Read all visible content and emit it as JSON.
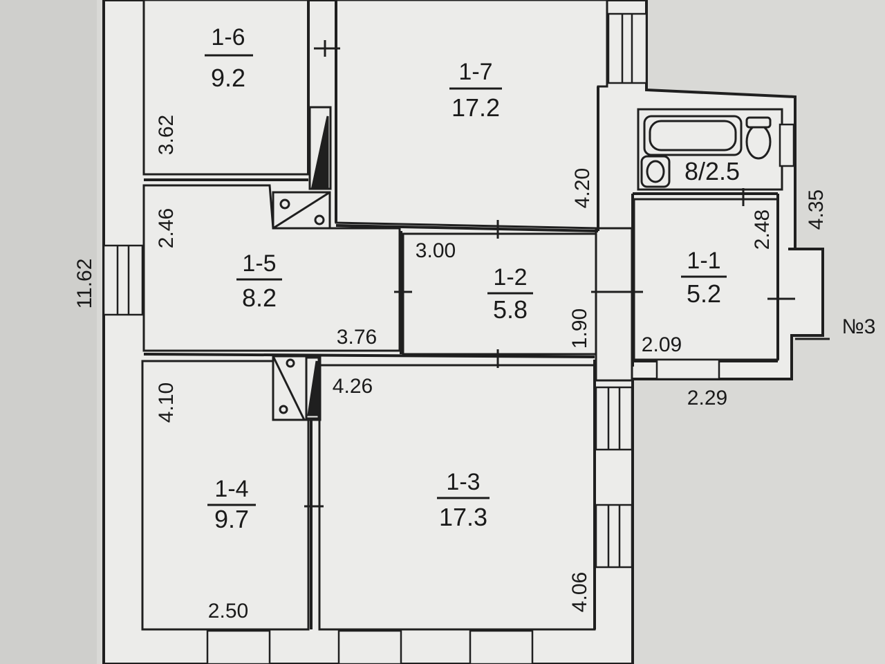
{
  "rooms": [
    {
      "id": "1-6",
      "area": "9.2"
    },
    {
      "id": "1-7",
      "area": "17.2"
    },
    {
      "id": "1-5",
      "area": "8.2"
    },
    {
      "id": "1-2",
      "area": "5.8"
    },
    {
      "id": "1-1",
      "area": "5.2"
    },
    {
      "id": "1-4",
      "area": "9.7"
    },
    {
      "id": "1-3",
      "area": "17.3"
    }
  ],
  "bathroom_label": "8/2.5",
  "apartment_label": "№3",
  "dimensions": {
    "d1": "3.62",
    "d2": "4.20",
    "d3": "2.46",
    "d4": "11.62",
    "d5": "3.00",
    "d6": "3.76",
    "d7": "1.90",
    "d8": "2.48",
    "d9": "4.35",
    "d10": "2.09",
    "d11": "2.29",
    "d12": "4.26",
    "d13": "4.10",
    "d14": "2.50",
    "d15": "4.06"
  },
  "colors": {
    "paper": "#d9d9d6",
    "floor": "#ececea",
    "wall": "#1f1f1f",
    "ink": "#1a1a1a"
  }
}
